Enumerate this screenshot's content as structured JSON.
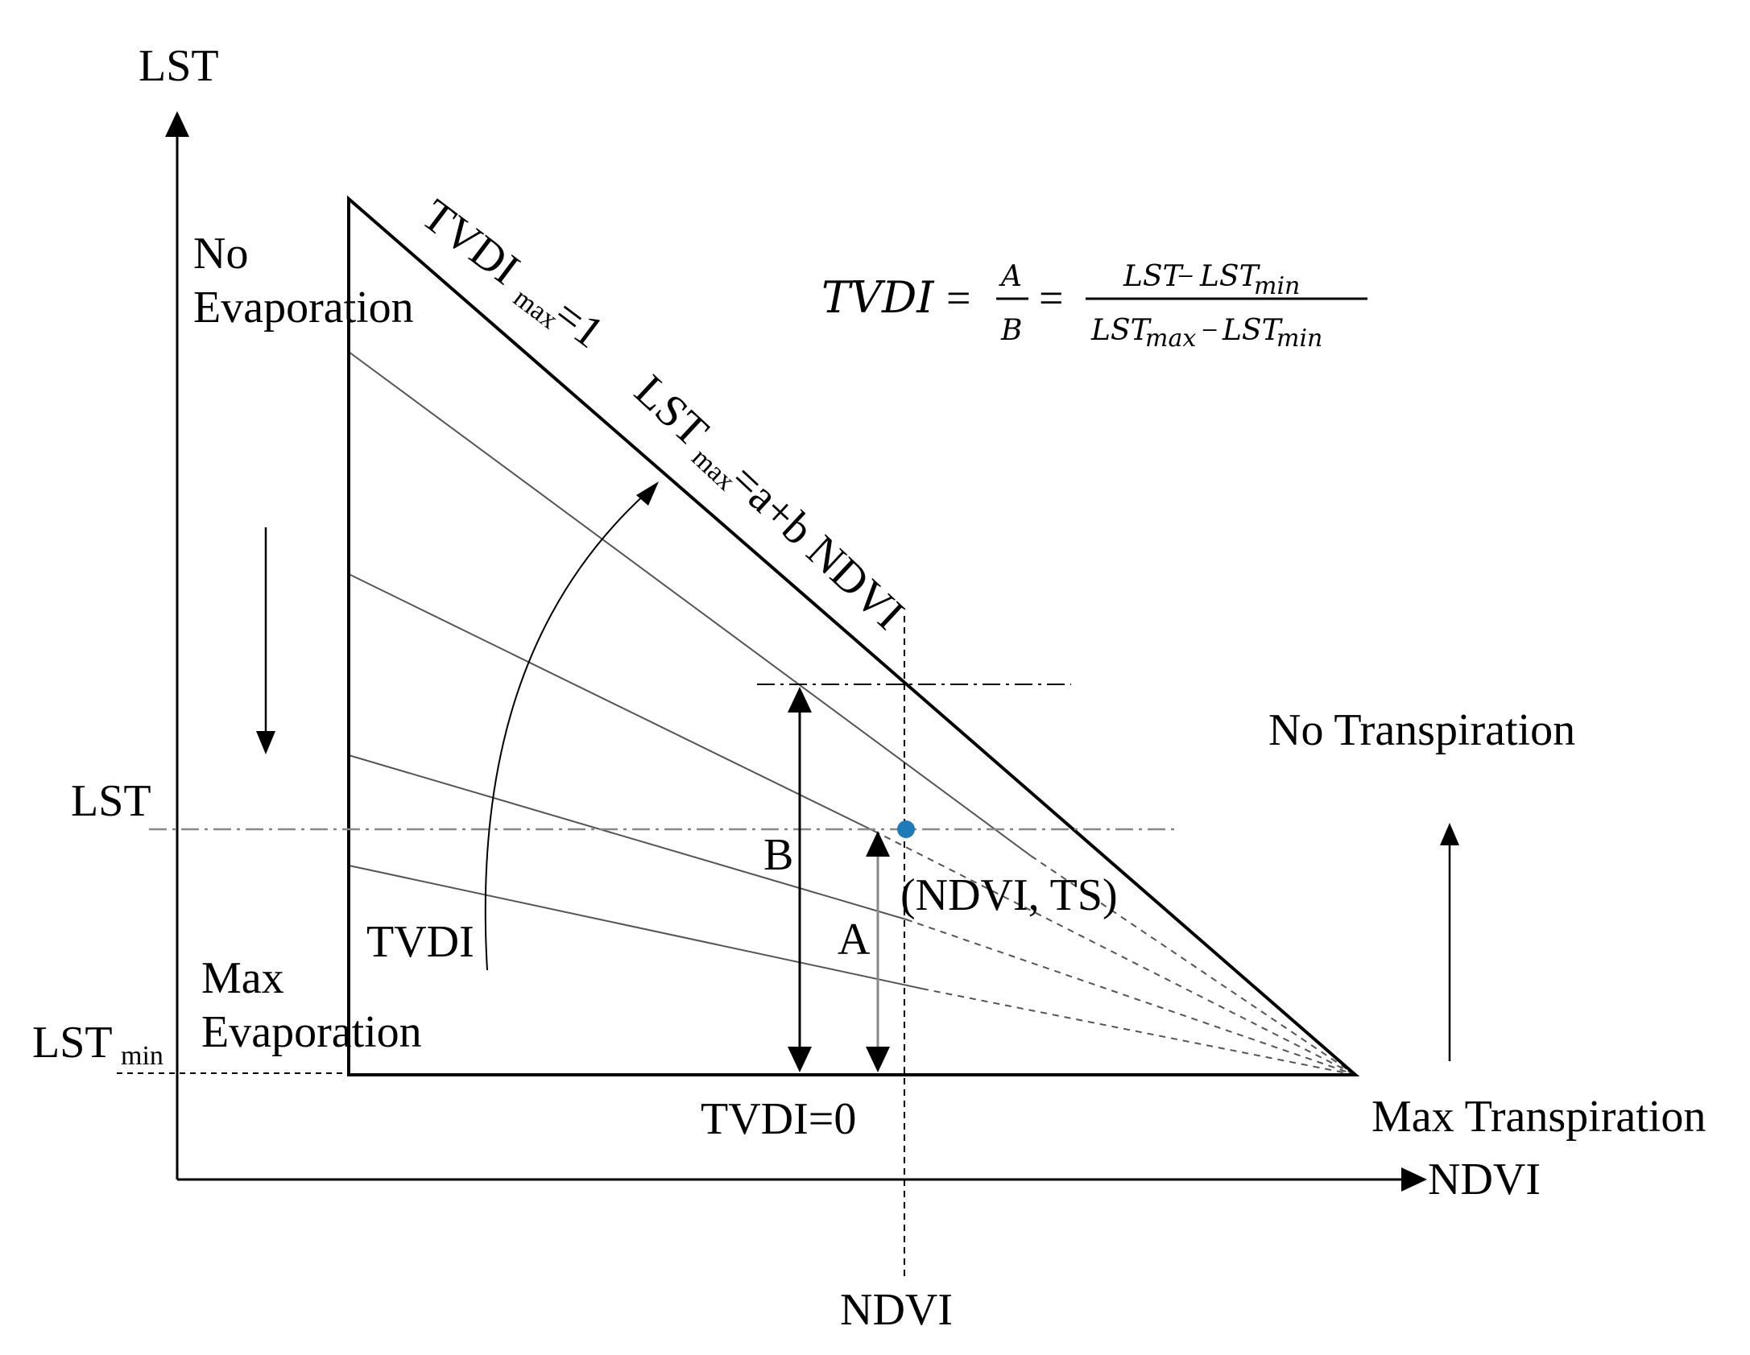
{
  "colors": {
    "line": "#000000",
    "guide": "#888888",
    "thin": "#555555",
    "point": "#1f7ab8"
  },
  "labels": {
    "y_axis": "LST",
    "x_axis": "NDVI",
    "lst_level": "LST",
    "lst_min_main": "LST",
    "lst_min_sub": "min",
    "no_evap_1": "No",
    "no_evap_2": "Evaporation",
    "max_evap_1": "Max",
    "max_evap_2": "Evaporation",
    "tvdi_max_main": "TVDI",
    "tvdi_max_sub": "max",
    "tvdi_max_val": "=1",
    "lst_max_main": "LST",
    "lst_max_sub": "max",
    "lst_max_eq": "=a+b NDVI",
    "tvdi_arc": "TVDI",
    "tvdi_zero": "TVDI=0",
    "point": "(NDVI, TS)",
    "a": "A",
    "b": "B",
    "no_transp": "No Transpiration",
    "max_transp": "Max Transpiration",
    "ndvi_bottom": "NDVI"
  },
  "formula": {
    "lhs": "TVDI",
    "eq1": "=",
    "eq2": "=",
    "frac1_num": "A",
    "frac1_den": "B",
    "frac2_num_a": "LST",
    "frac2_num_op": "−",
    "frac2_num_b": "LST",
    "frac2_num_b_sub": "min",
    "frac2_den_a": "LST",
    "frac2_den_a_sub": "max",
    "frac2_den_op": "−",
    "frac2_den_b": "LST",
    "frac2_den_b_sub": "min"
  }
}
